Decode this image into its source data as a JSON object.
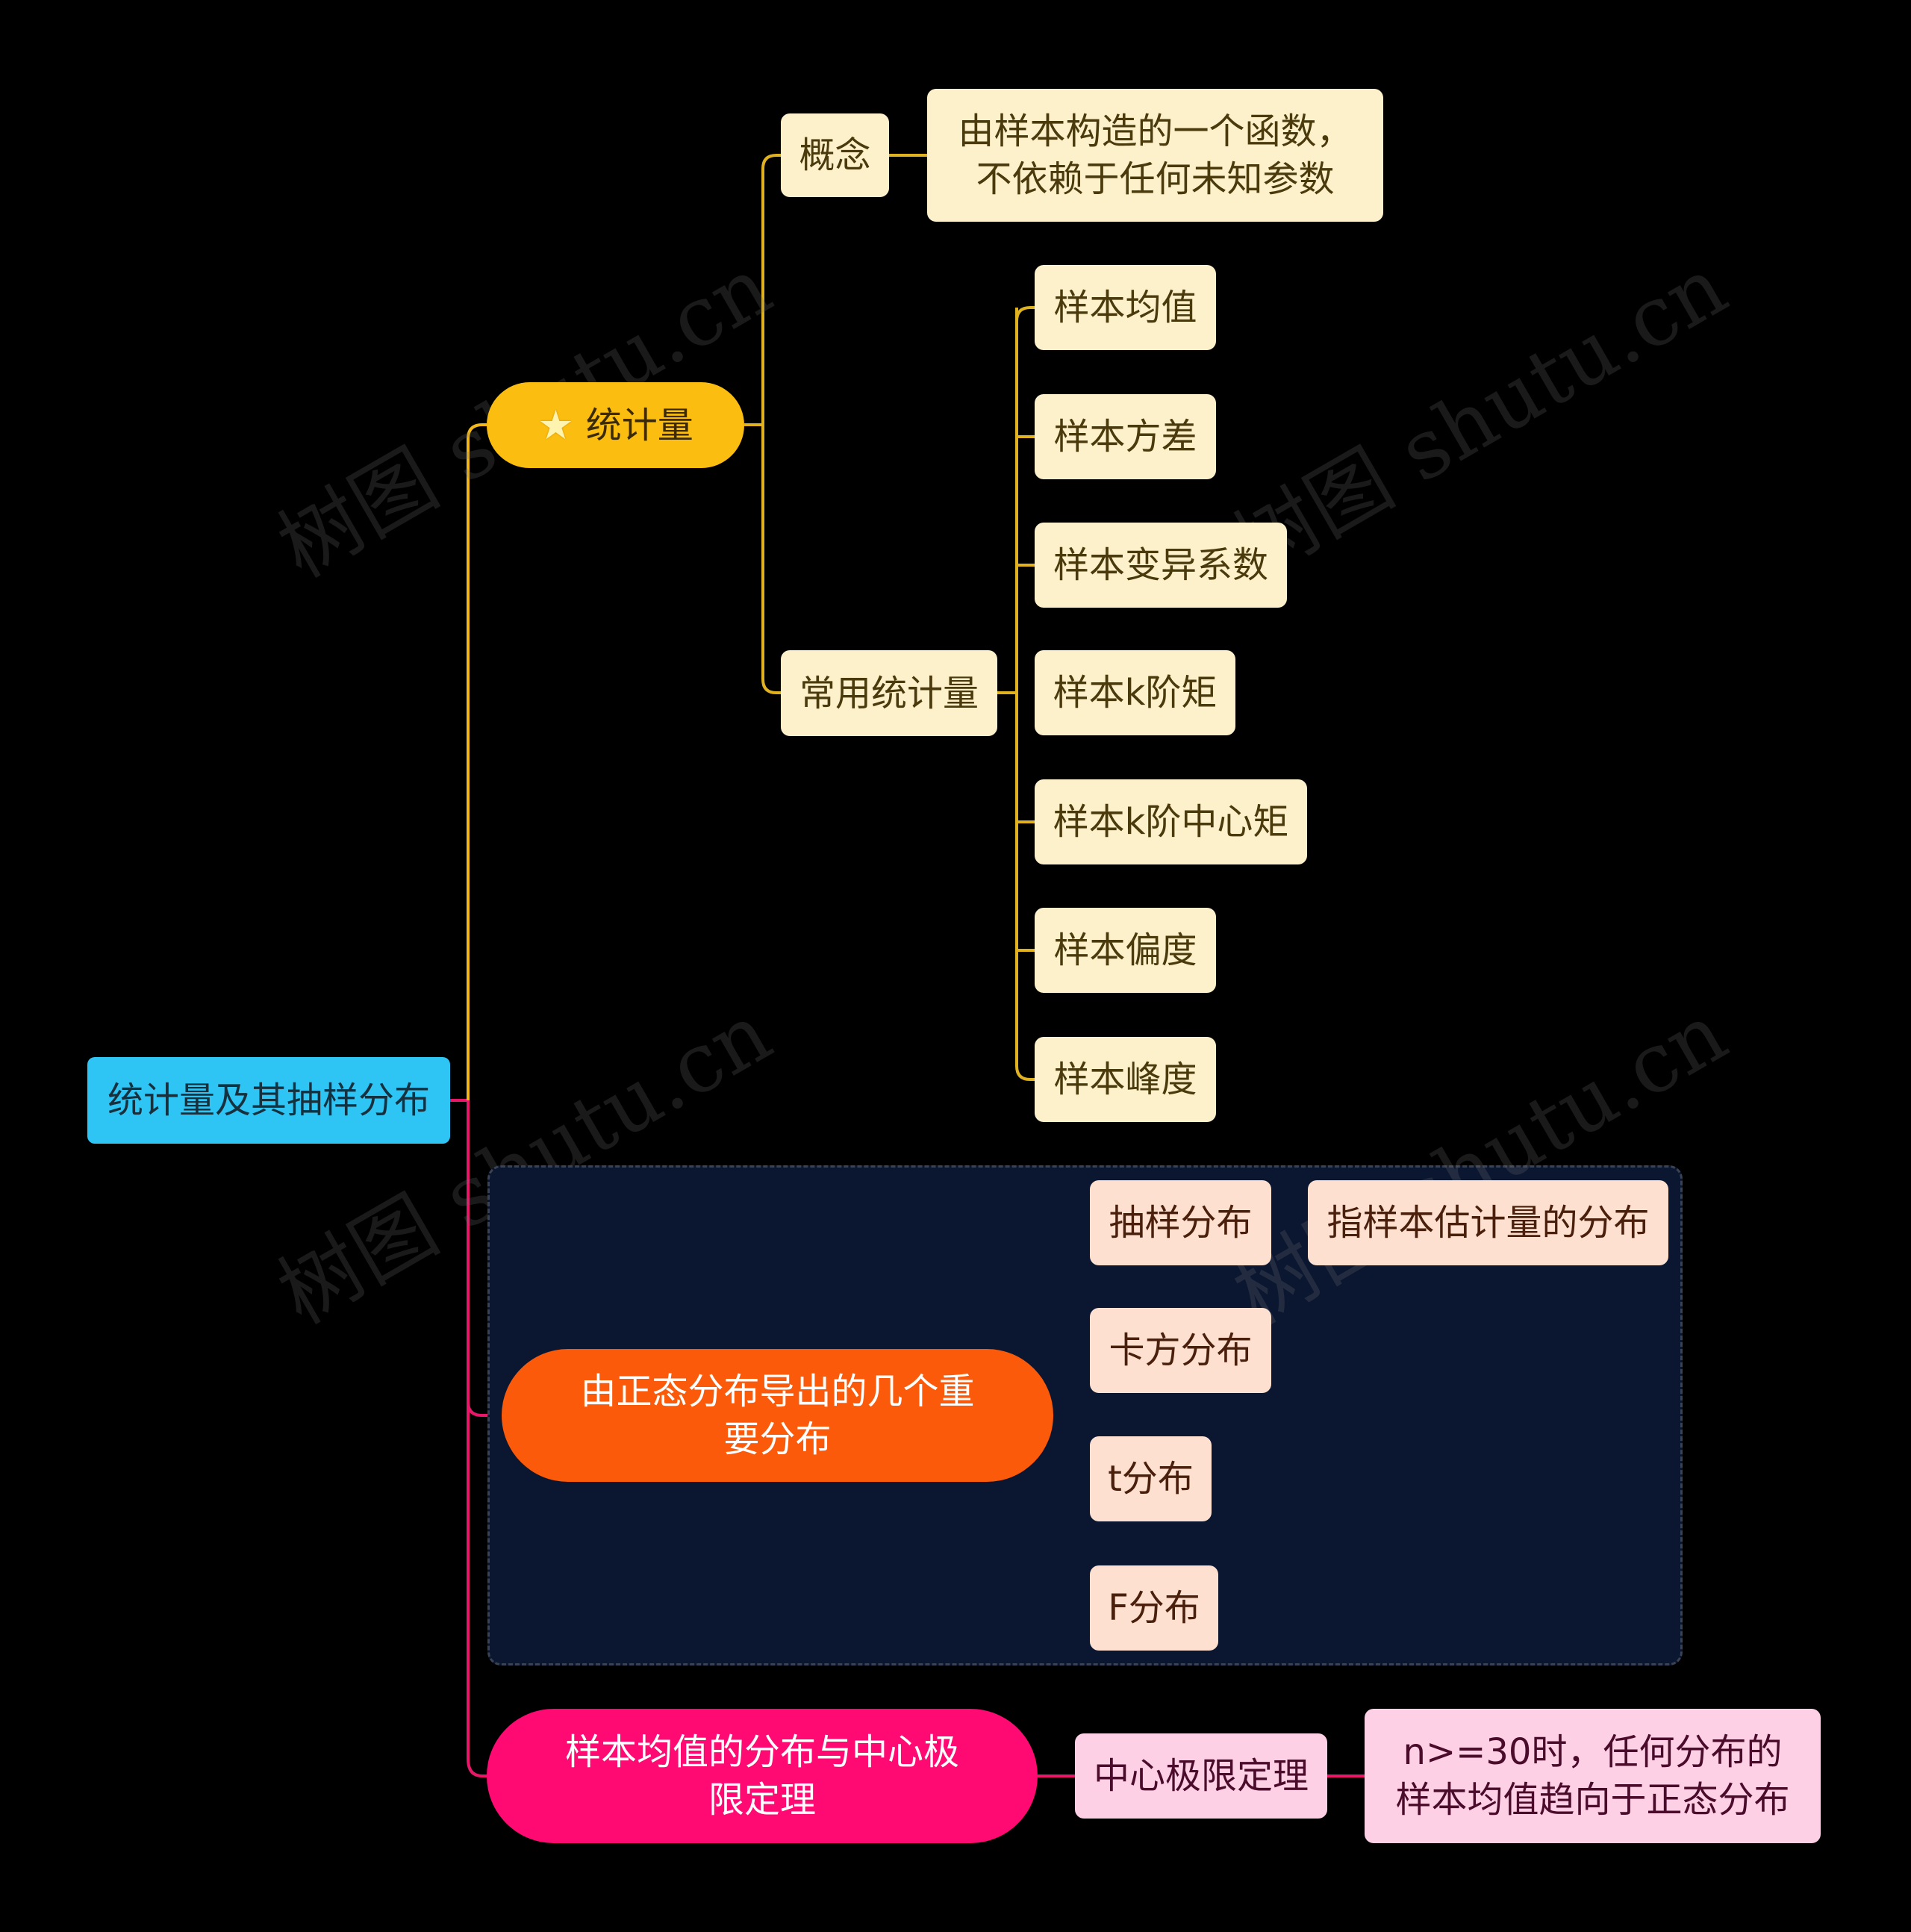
{
  "root": {
    "label": "统计量及其抽样分布",
    "color": "#2ec5f5"
  },
  "branches": {
    "statistic": {
      "label": "统计量",
      "icon": "star-icon",
      "concept": {
        "label": "概念",
        "definition": "由样本构造的一个函数，不依赖于任何未知参数"
      },
      "common": {
        "label": "常用统计量",
        "items": [
          "样本均值",
          "样本方差",
          "样本变异系数",
          "样本k阶矩",
          "样本k阶中心矩",
          "样本偏度",
          "样本峰度"
        ]
      }
    },
    "normal_derived": {
      "label": "由正态分布导出的几个重要分布",
      "sampling": {
        "label": "抽样分布",
        "note": "指样本估计量的分布"
      },
      "items": [
        "卡方分布",
        "t分布",
        "F分布"
      ]
    },
    "clt": {
      "label": "样本均值的分布与中心极限定理",
      "theorem": {
        "label": "中心极限定理",
        "note": "n>=30时，任何分布的样本均值趋向于正态分布"
      }
    }
  },
  "watermark": "树图 shutu.cn"
}
